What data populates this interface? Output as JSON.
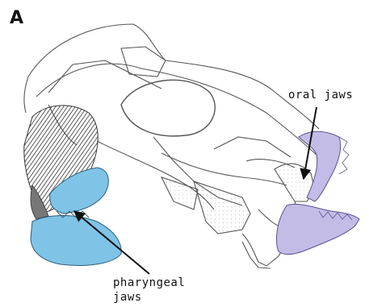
{
  "figure": {
    "panel_letter": "A",
    "labels": {
      "oral_jaws": "oral jaws",
      "pharyngeal_line1": "pharyngeal",
      "pharyngeal_line2": "jaws"
    },
    "colors": {
      "oral_jaws_fill": "#c3bce6",
      "pharyngeal_jaws_fill": "#7fc3e6",
      "bone_outline": "#555555",
      "background": "#ffffff"
    },
    "icons": [
      "skull-illustration",
      "arrow-pointer"
    ]
  }
}
